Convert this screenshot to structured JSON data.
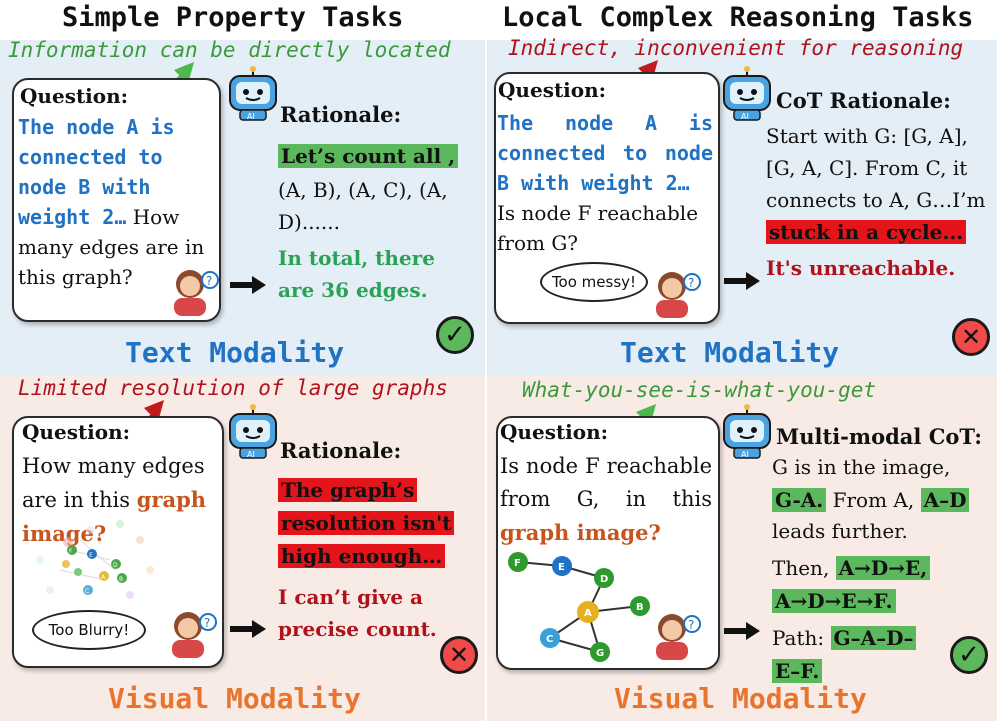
{
  "panels": {
    "top_left": {
      "title": "Simple Property Tasks",
      "subtitle": "Information can be directly located",
      "question_label": "Question:",
      "question_code": "The node A is connected to node B with weight 2…",
      "question_rest": " How many edges are in this graph?",
      "rationale_label": "Rationale:",
      "rationale_highlight": "Let’s count all ,",
      "rationale_body": "(A, B), (A, C), (A, D)......",
      "rationale_conclusion": "In total, there are 36 edges.",
      "verdict": "correct",
      "modality": "Text Modality"
    },
    "top_right": {
      "title": "Local Complex Reasoning Tasks",
      "subtitle": "Indirect, inconvenient for reasoning",
      "question_label": "Question:",
      "question_code": "The node A is connected to node B with weight 2…",
      "question_rest": "Is node F reachable from G?",
      "bubble": "Too messy!",
      "rationale_label": "CoT Rationale:",
      "rationale_body": "Start with G: [G, A], [G, A, C]. From C, it connects to A, G…I’m ",
      "rationale_highlight": "stuck in a cycle...",
      "rationale_conclusion": "It's unreachable.",
      "verdict": "wrong",
      "modality": "Text Modality"
    },
    "bottom_left": {
      "subtitle": "Limited resolution of large graphs",
      "question_label": "Question:",
      "question_text": "How many edges are in this ",
      "question_highlight": "graph image?",
      "bubble": "Too Blurry!",
      "rationale_label": "Rationale:",
      "rationale_highlight_lines": [
        "The graph’s",
        "resolution isn't",
        "high enough…"
      ],
      "rationale_conclusion": "I can’t give a precise count.",
      "verdict": "wrong",
      "modality": "Visual Modality"
    },
    "bottom_right": {
      "subtitle": "What-you-see-is-what-you-get",
      "question_label": "Question:",
      "question_text": "Is node F reachable from G, in this ",
      "question_highlight": "graph image?",
      "rationale_label": "Multi-modal CoT:",
      "line1": "G is in the image,",
      "hl1": "G-A.",
      "mid1": " From A, ",
      "hl2": "A–D",
      "mid2": " leads further.",
      "then": "Then, ",
      "hl3": "A→D→E,",
      "hl4": "A→D→E→F.",
      "path": "Path: ",
      "hl5": "G–A–D–",
      "hl6": "E–F.",
      "verdict": "correct",
      "modality": "Visual Modality",
      "graph_nodes": [
        "F",
        "E",
        "D",
        "A",
        "B",
        "C",
        "G"
      ]
    }
  },
  "ai_badge": "AI",
  "colors": {
    "text_bg": "#e4eef6",
    "visual_bg": "#f8ebe6",
    "blue": "#1f72c4",
    "orange": "#e8742d",
    "green": "#5cb85c",
    "red": "#e5141b"
  }
}
